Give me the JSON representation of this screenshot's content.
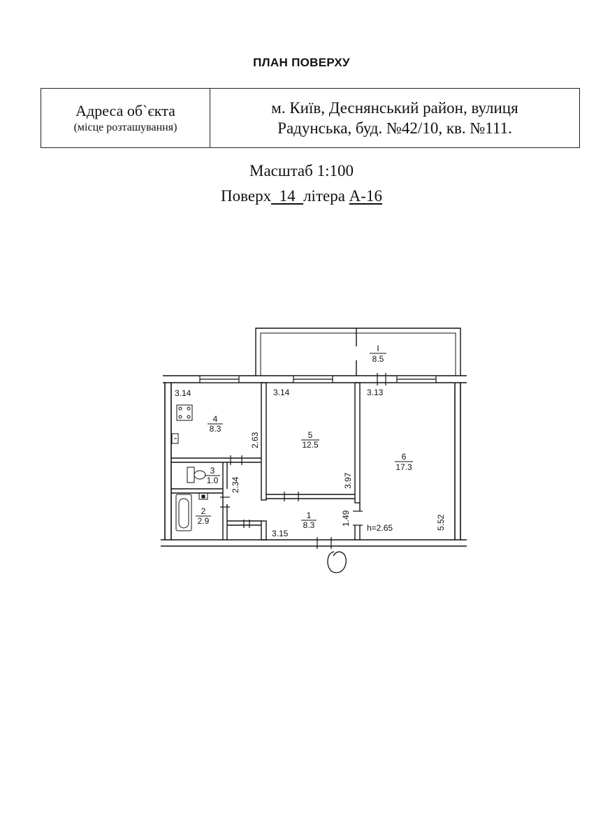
{
  "header": {
    "title": "ПЛАН ПОВЕРХУ"
  },
  "address": {
    "label": "Адреса об`єкта",
    "sublabel": "(місце розташування)",
    "line1": "м. Київ, Деснянський район, вулиця",
    "line2": "Радунська, буд. №42/10, кв. №111."
  },
  "scale": {
    "text": "Масштаб 1:100"
  },
  "floor": {
    "prefix": "Поверх",
    "number": "14",
    "letter_label": "літера",
    "letter_value": "А-16"
  },
  "plan": {
    "rooms": [
      {
        "id": "I",
        "area": "8.5"
      },
      {
        "id": "1",
        "area": "8.3"
      },
      {
        "id": "2",
        "area": "2.9"
      },
      {
        "id": "3",
        "area": "1.0"
      },
      {
        "id": "4",
        "area": "8.3"
      },
      {
        "id": "5",
        "area": "12.5"
      },
      {
        "id": "6",
        "area": "17.3"
      }
    ],
    "dimensions": [
      "3.14",
      "3.14",
      "3.13",
      "2.63",
      "3.97",
      "2.34",
      "1.49",
      "3.15",
      "5.52"
    ],
    "height": "h=2.65"
  }
}
